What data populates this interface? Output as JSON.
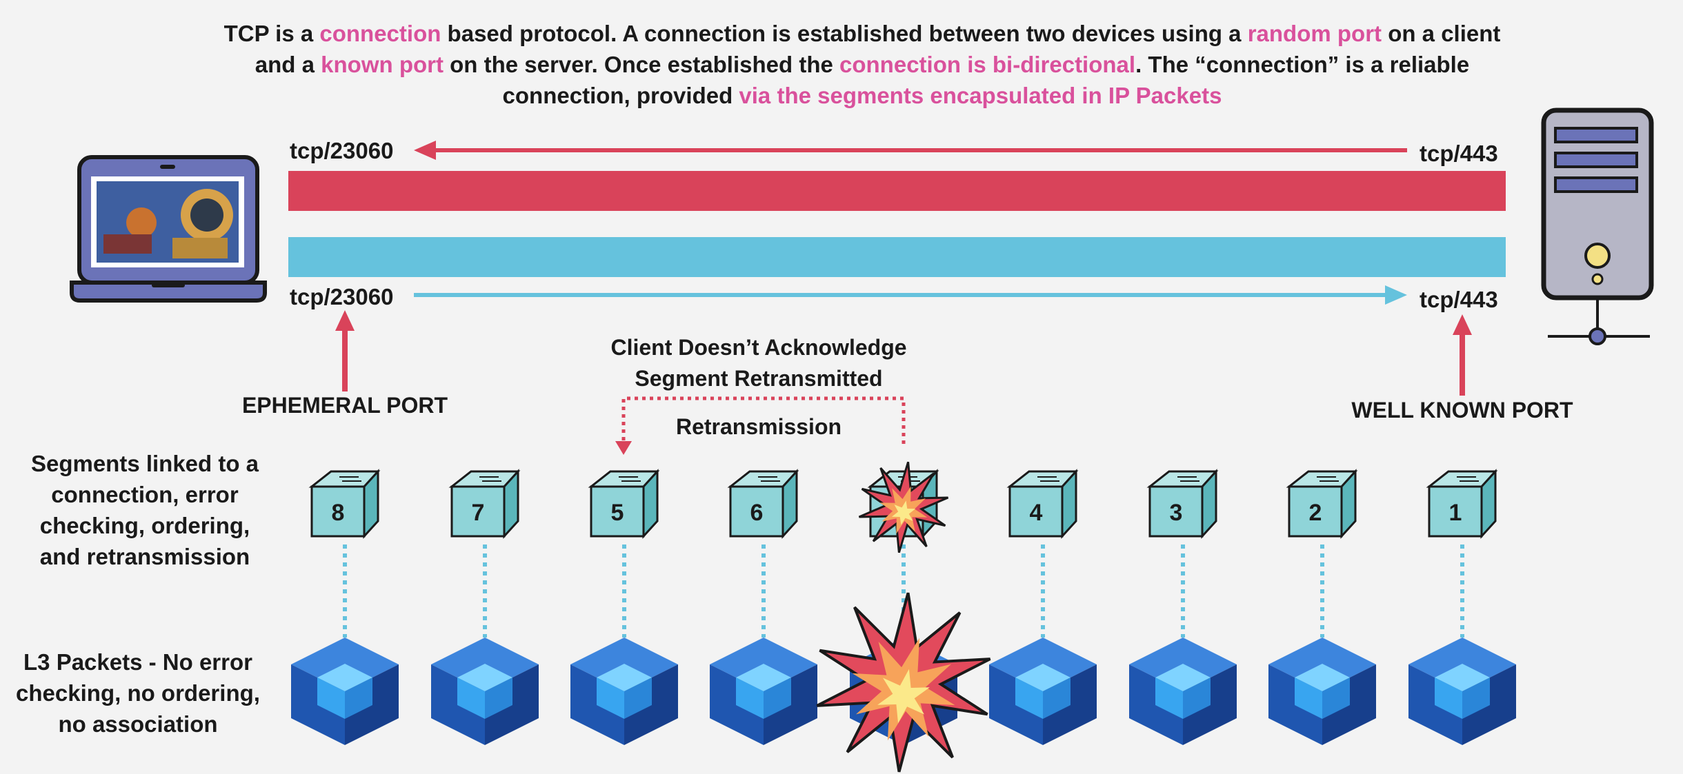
{
  "intro": {
    "p1": "TCP is a ",
    "h1": "connection",
    "p2": " based protocol. A connection is established between two devices using a ",
    "h2": "random port",
    "p3": " on a client and a ",
    "h3": "known port",
    "p4": " on the server. Once established the ",
    "h4": "connection is bi-directional",
    "p5": ". The “connection” is a reliable connection, provided ",
    "h5": "via the segments encapsulated in IP Packets"
  },
  "ports": {
    "client_top": "tcp/23060",
    "server_top": "tcp/443",
    "client_bottom": "tcp/23060",
    "server_bottom": "tcp/443"
  },
  "labels": {
    "ephemeral": "EPHEMERAL PORT",
    "well_known": "WELL KNOWN PORT",
    "client_ack_1": "Client Doesn’t Acknowledge",
    "client_ack_2": "Segment Retransmitted",
    "retransmission": "Retransmission",
    "segments_desc": "Segments linked to a connection, error checking, ordering, and retransmission",
    "packets_desc": "L3 Packets - No error checking, no ordering, no association"
  },
  "segments": [
    {
      "label": "8",
      "lost": false
    },
    {
      "label": "7",
      "lost": false
    },
    {
      "label": "5",
      "lost": false
    },
    {
      "label": "6",
      "lost": false
    },
    {
      "label": "",
      "lost": true
    },
    {
      "label": "4",
      "lost": false
    },
    {
      "label": "3",
      "lost": false
    },
    {
      "label": "2",
      "lost": false
    },
    {
      "label": "1",
      "lost": false
    }
  ],
  "colors": {
    "red": "#d9435a",
    "blue": "#65c2dd",
    "highlight": "#d9519c",
    "segment": "#8fd4d8",
    "packet": "#2d6fcf"
  }
}
